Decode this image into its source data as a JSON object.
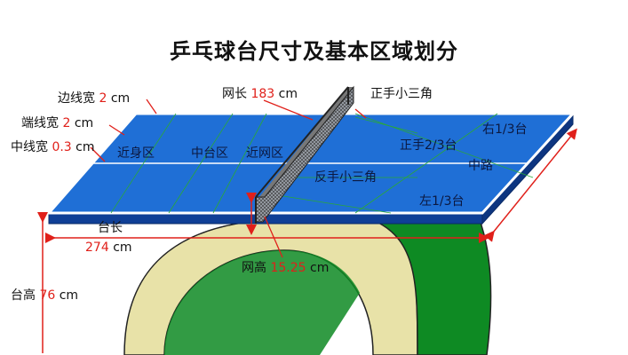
{
  "title": "乒乓球台尺寸及基本区域划分",
  "colors": {
    "table_top": "#1f6fd6",
    "table_edge": "#0f3f96",
    "line": "#ffffff",
    "arch": "#e8e2a8",
    "green": "#0e8a23",
    "accent": "#e0201a",
    "arrow": "#e0201a"
  },
  "labels": {
    "edge_line_width": {
      "name": "边线宽",
      "value": "2",
      "unit": "cm"
    },
    "end_line_width": {
      "name": "端线宽",
      "value": "2",
      "unit": "cm"
    },
    "center_line_width": {
      "name": "中线宽",
      "value": "0.3",
      "unit": "cm"
    },
    "net_length": {
      "name": "网长",
      "value": "183",
      "unit": "cm"
    },
    "net_height": {
      "name": "网高",
      "value": "15.25",
      "unit": "cm"
    },
    "table_length": {
      "name": "台长",
      "value": "274",
      "unit": "cm"
    },
    "table_height": {
      "name": "台高",
      "value": "76",
      "unit": "cm"
    }
  },
  "zones": {
    "near_body": "近身区",
    "mid_table": "中台区",
    "near_net": "近网区",
    "forehand_small_triangle": "正手小三角",
    "backhand_small_triangle": "反手小三角",
    "forehand_two_thirds": "正手2/3台",
    "right_third": "右1/3台",
    "center_path": "中路",
    "left_third": "左1/3台"
  }
}
